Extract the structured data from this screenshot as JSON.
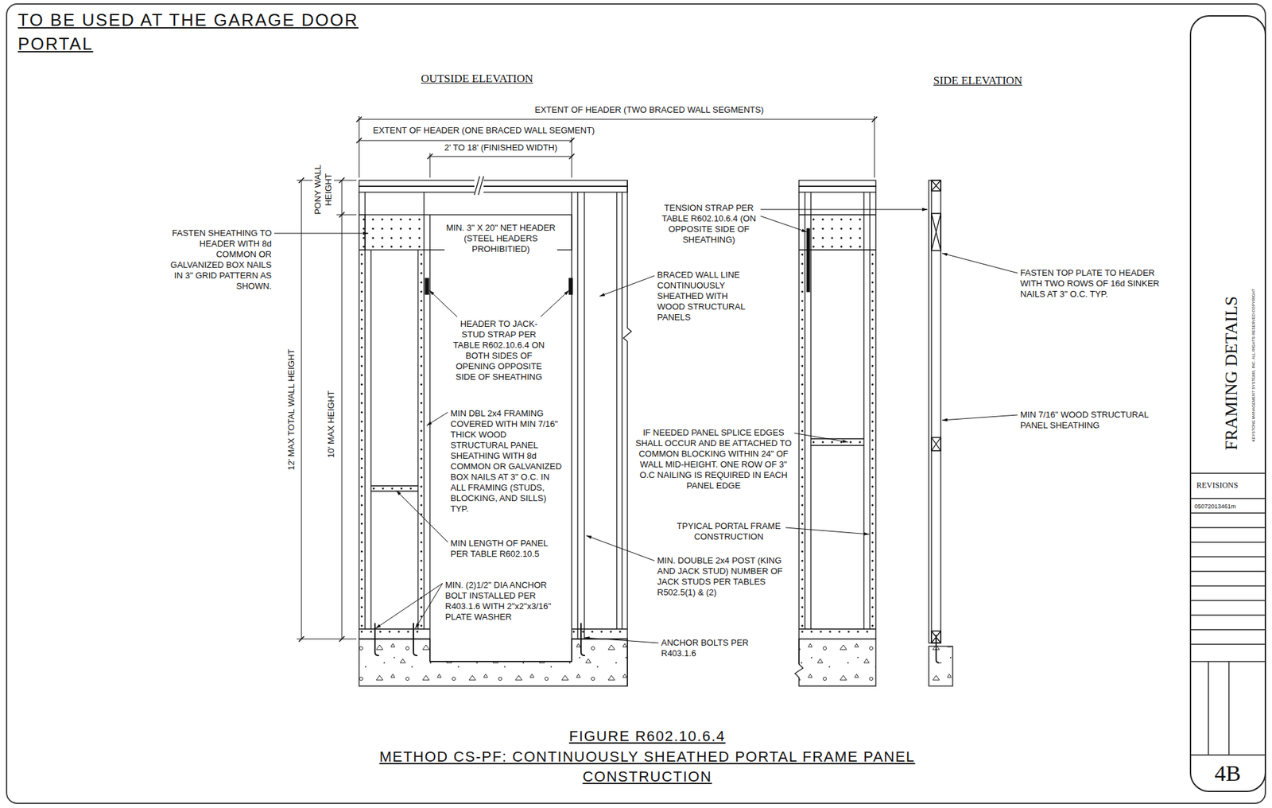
{
  "diagram": {
    "title": "TO BE USED AT THE  GARAGE DOOR PORTAL",
    "caption": "FIGURE R602.10.6.4",
    "nodes": [
      {
        "text": [
          "FRAMING DETAILS",
          "KEYSTONE MANAGEMENT SYSTEMS, INC. ALL RIGHTS RESERVED COPYRIGHT"
        ]
      },
      {
        "text": [
          "REVISIONS"
        ]
      },
      {
        "text": [
          "4B"
        ]
      }
    ],
    "labels": [
      "OUTSIDE ELEVATION",
      "SIDE ELEVATION",
      "EXTENT OF HEADER (TWO BRACED WALL SEGMENTS)",
      "EXTENT OF HEADER (ONE BRACED WALL SEGMENT)",
      "2' TO 18' (FINISHED WIDTH)",
      "PONY WALL HEIGHT",
      "12' MAX TOTAL WALL HEIGHT",
      "10' MAX HEIGHT",
      "FASTEN SHEATHING TO HEADER WITH 8d COMMON OR GALVANIZED BOX NAILS IN 3\" GRID PATTERN AS SHOWN.",
      "MIN. 3\" X 20\" NET HEADER (STEEL HEADERS PROHIBITIED)",
      "HEADER TO JACK-STUD STRAP PER TABLE R602.10.6.4 ON BOTH SIDES OF OPENING OPPOSITE SIDE OF SHEATHING",
      "MIN DBL 2x4 FRAMING COVERED WITH MIN 7/16\" THICK WOOD STRUCTURAL PANEL SHEATHING WITH 8d COMMON OR GALVANIZED BOX NAILS AT 3\" O.C. IN ALL FRAMING (STUDS, BLOCKING, AND SILLS) TYP.",
      "MIN LENGTH OF PANEL PER TABLE R602.10.5",
      "MIN. (2)1/2\" DIA ANCHOR BOLT INSTALLED PER R403.1.6 WITH 2\"x2\"x3/16\" PLATE WASHER",
      "BRACED WALL LINE CONTINUOUSLY SHEATHED WITH WOOD STRUCTURAL PANELS",
      "MIN. DOUBLE 2x4 POST (KING AND JACK STUD) NUMBER OF JACK STUDS PER TABLES R502.5(1) & (2)",
      "ANCHOR BOLTS PER R403.1.6",
      "TENSION STRAP PER TABLE R602.10.6.4 (ON OPPOSITE SIDE OF SHEATHING)",
      "IF NEEDED PANEL SPLICE EDGES SHALL OCCUR AND BE ATTACHED TO COMMON BLOCKING WITHIN 24\" OF WALL MID-HEIGHT. ONE ROW OF 3\" O.C NAILING IS REQUIRED IN EACH PANEL EDGE",
      "TPYICAL PORTAL FRAME CONSTRUCTION",
      "FASTEN TOP PLATE TO HEADER WITH TWO ROWS OF 16d SINKER NAILS AT 3\" O.C. TYP.",
      "MIN 7/16\" WOOD STRUCTURAL PANEL SHEATHING",
      "05072013461m",
      "METHOD CS-PF: CONTINUOUSLY SHEATHED PORTAL FRAME PANEL CONSTRUCTION"
    ]
  }
}
